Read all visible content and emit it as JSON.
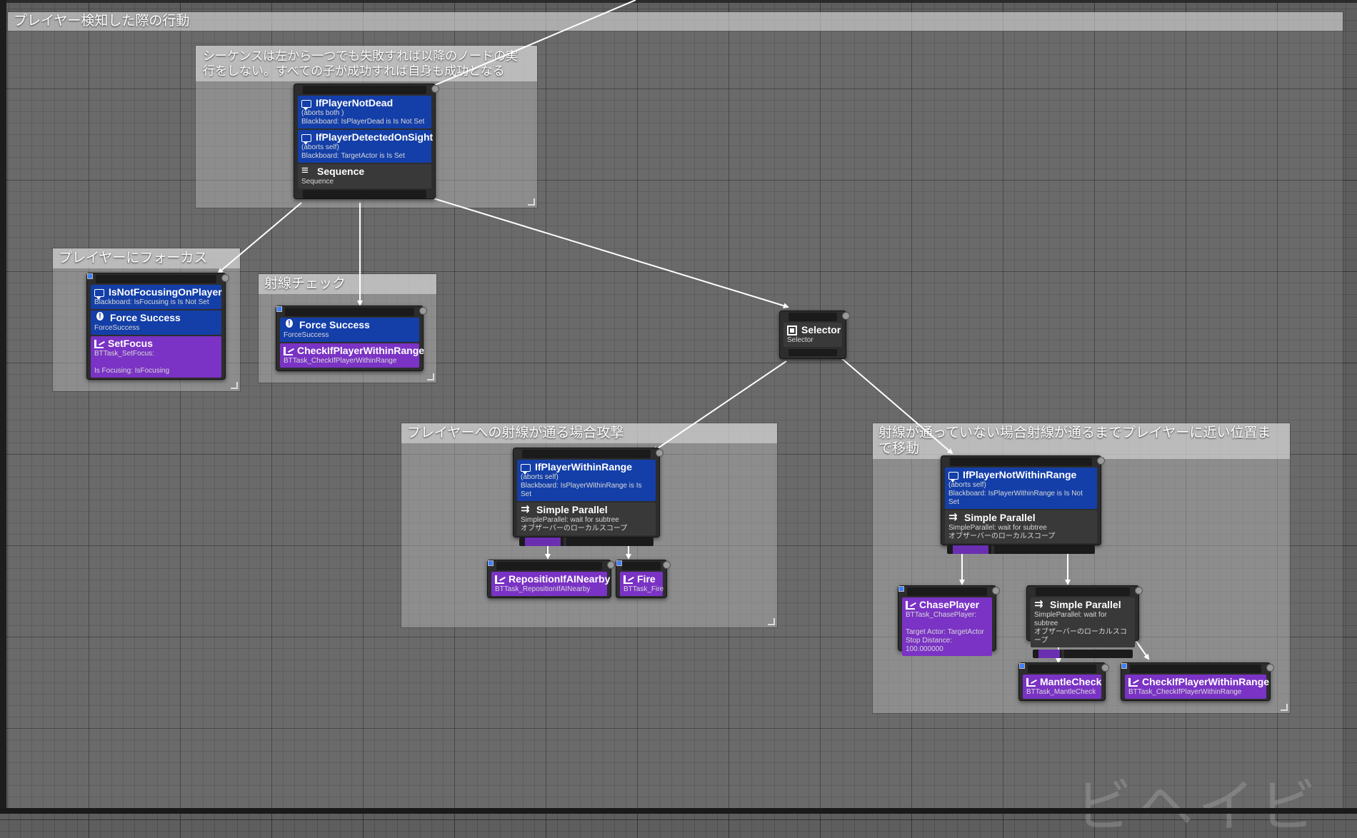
{
  "main_comment": {
    "title": "プレイヤー検知した際の行動"
  },
  "comments": {
    "seq_note": "シーケンスは左から一つでも失敗すれば以降のノードの実行をしない。すべての子が成功すれば自身も成功となる",
    "focus": "プレイヤーにフォーカス",
    "ray": "射線チェック",
    "attack": "プレイヤーへの射線が通る場合攻撃",
    "move": "射線が通っていない場合射線が通るまでプレイヤーに近い位置まで移動"
  },
  "nodes": {
    "root": {
      "d1": {
        "title": "IfPlayerNotDead",
        "sub1": "(aborts both )",
        "sub2": "Blackboard: IsPlayerDead is Is Not Set"
      },
      "d2": {
        "title": "IfPlayerDetectedOnSight",
        "sub1": "(aborts self)",
        "sub2": "Blackboard: TargetActor is Is Set"
      },
      "seq": {
        "title": "Sequence",
        "sub": "Sequence"
      }
    },
    "focus": {
      "d1": {
        "title": "IsNotFocusingOnPlayer",
        "sub": "Blackboard: IsFocusing is Is Not Set"
      },
      "d2": {
        "title": "Force Success",
        "sub": "ForceSuccess"
      },
      "task": {
        "title": "SetFocus",
        "sub1": "BTTask_SetFocus:",
        "sub2": "Is Focusing: IsFocusing"
      }
    },
    "ray": {
      "d1": {
        "title": "Force Success",
        "sub": "ForceSuccess"
      },
      "task": {
        "title": "CheckIfPlayerWithinRange",
        "sub": "BTTask_CheckIfPlayerWithinRange"
      }
    },
    "selector": {
      "title": "Selector",
      "sub": "Selector"
    },
    "attack": {
      "d1": {
        "title": "IfPlayerWithinRange",
        "sub1": "(aborts self)",
        "sub2": "Blackboard: IsPlayerWithinRange is Is Set"
      },
      "par": {
        "title": "Simple Parallel",
        "sub1": "SimpleParallel: wait for subtree",
        "sub2": "オブザーバーのローカルスコープ"
      }
    },
    "reposition": {
      "title": "RepositionIfAINearby",
      "sub": "BTTask_RepositionIfAINearby"
    },
    "fire": {
      "title": "Fire",
      "sub": "BTTask_Fire"
    },
    "move": {
      "d1": {
        "title": "IfPlayerNotWithinRange",
        "sub1": "(aborts self)",
        "sub2": "Blackboard: IsPlayerWithinRange is Is Not Set"
      },
      "par": {
        "title": "Simple Parallel",
        "sub1": "SimpleParallel: wait for subtree",
        "sub2": "オブザーバーのローカルスコープ"
      }
    },
    "chase": {
      "title": "ChasePlayer",
      "sub1": "BTTask_ChasePlayer:",
      "sub2": "Target Actor: TargetActor",
      "sub3": "Stop Distance: 100.000000"
    },
    "par2": {
      "title": "Simple Parallel",
      "sub1": "SimpleParallel: wait for subtree",
      "sub2": "オブザーバーのローカルスコープ"
    },
    "mantle": {
      "title": "MantleCheck",
      "sub": "BTTask_MantleCheck"
    },
    "check2": {
      "title": "CheckIfPlayerWithinRange",
      "sub": "BTTask_CheckIfPlayerWithinRange"
    }
  },
  "colors": {
    "decorator": "#143fa8",
    "task": "#7a33c4",
    "composite": "#393939",
    "wire": "#ffffff"
  },
  "icons": [
    "decorator-icon",
    "task-icon",
    "sequence-icon",
    "selector-icon",
    "parallel-icon",
    "force-success-icon"
  ]
}
